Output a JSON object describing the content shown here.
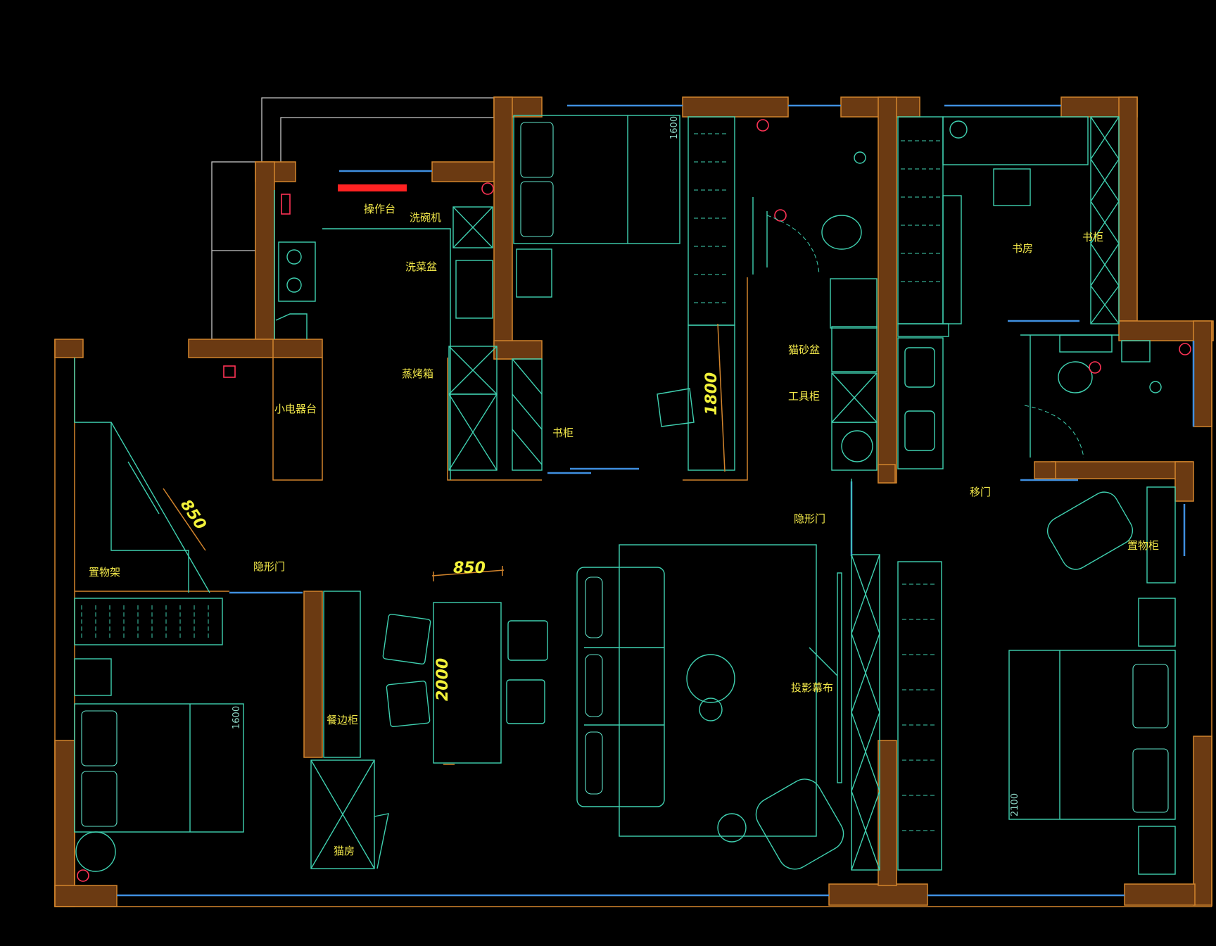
{
  "labels": {
    "operation_counter": "操作台",
    "dishwasher": "洗碗机",
    "sink": "洗菜盆",
    "steam_oven": "蒸烤箱",
    "small_appliance_counter": "小电器台",
    "bookcase_1": "书柜",
    "cat_litter_box": "猫砂盆",
    "tool_cabinet": "工具柜",
    "study": "书房",
    "bookcase_2": "书柜",
    "sliding_door": "移门",
    "hidden_door_1": "隐形门",
    "hidden_door_2": "隐形门",
    "storage_rack": "置物架",
    "storage_cabinet": "置物柜",
    "sideboard": "餐边柜",
    "cat_house": "猫房",
    "projection_screen": "投影幕布"
  },
  "dimensions": {
    "diagonal_door": "850",
    "table_width": "850",
    "table_length": "2000",
    "desk_length": "1800"
  },
  "bed_sizes": {
    "bed_top": "1600",
    "bed_left": "1600",
    "bed_right": "2100"
  },
  "colors": {
    "background": "#000000",
    "wall_fill": "#6b3a12",
    "wall_edge": "#d2842c",
    "furniture": "#3fd0b0",
    "window": "#3f8fe0",
    "label": "#f2e84a",
    "marker": "#ff3355"
  }
}
